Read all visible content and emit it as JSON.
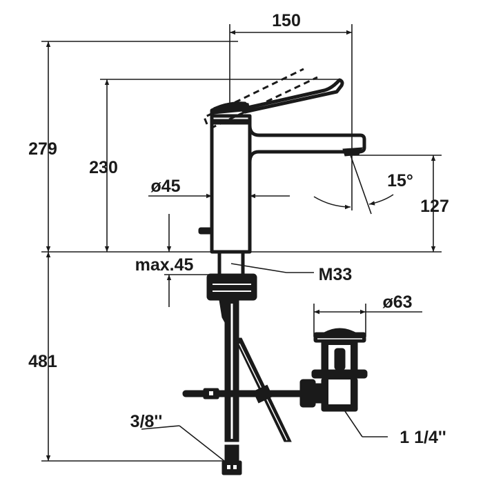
{
  "drawing": {
    "title": "Basin mixer dimension drawing",
    "dimensions": {
      "total_height": "279",
      "spout_height": "230",
      "lever_reach": "150",
      "spout_clearance": "127",
      "spout_angle": "15°",
      "body_diameter": "ø45",
      "max_deck_thickness": "max.45",
      "thread": "M33",
      "waste_diameter": "ø63",
      "below_deck": "481",
      "supply_connection": "3/8''",
      "waste_connection": "1 1/4''"
    },
    "colors": {
      "ink": "#1a1a1a",
      "background": "#ffffff"
    }
  }
}
